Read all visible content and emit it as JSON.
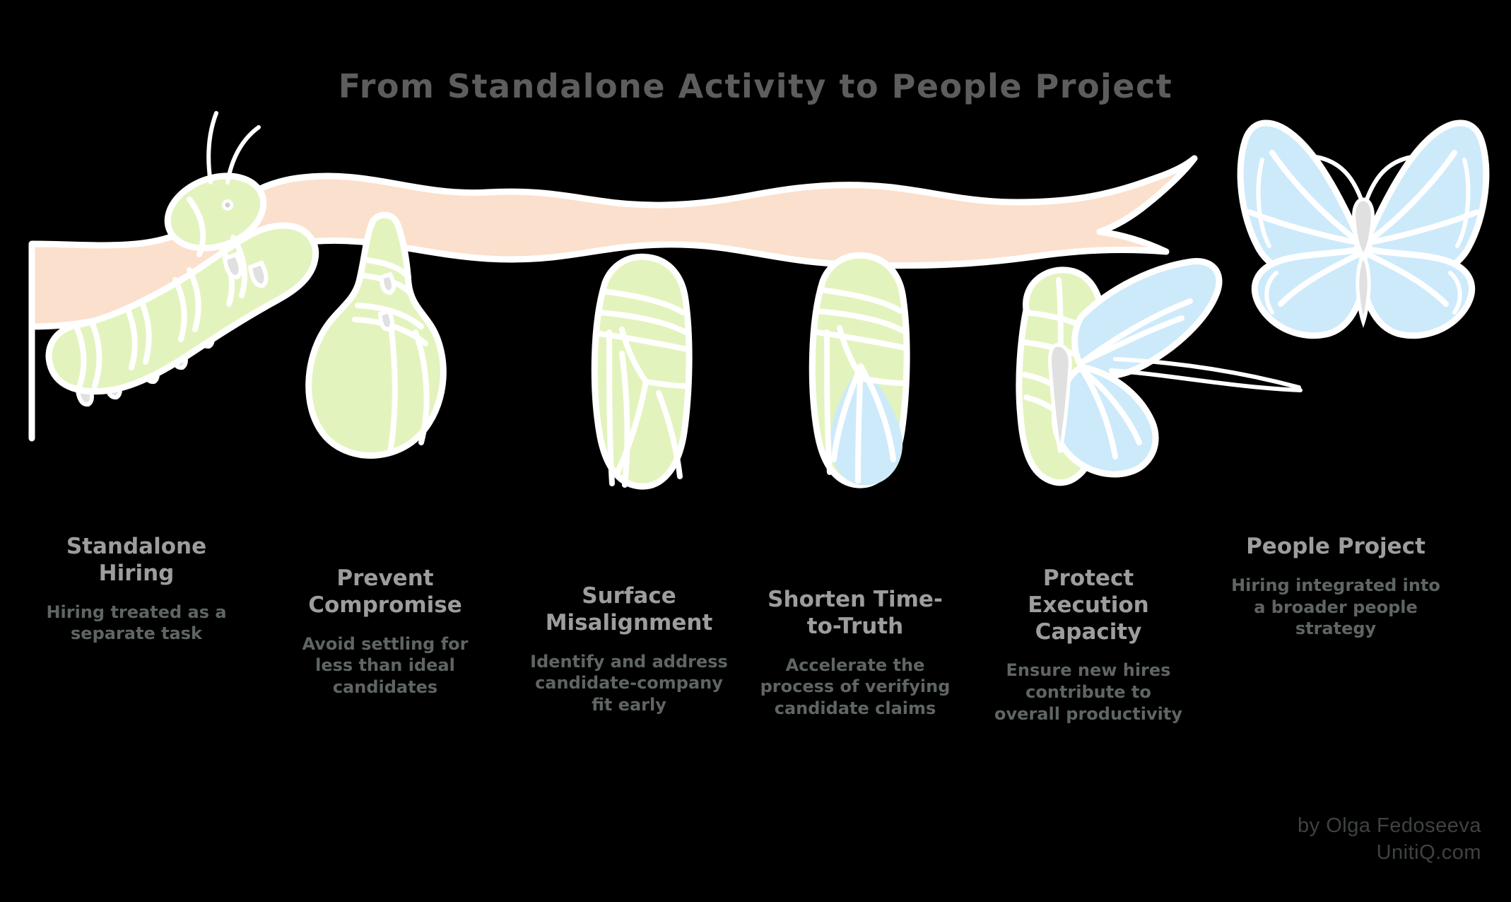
{
  "title": "From Standalone Activity to People Project",
  "colors": {
    "background": "#000000",
    "branch": "#fbe0cd",
    "chrysalis_green": "#e3f3bd",
    "wing_blue": "#cdeafb",
    "outline": "#ffffff",
    "body_gray": "#e0e0e0",
    "title_text": "#5d5d5d",
    "stage_title_text": "#9d9d9d",
    "stage_desc_text": "#5f6464",
    "credit_text": "#3f4242"
  },
  "illustration": {
    "branch_label": "tree-branch",
    "stages": [
      {
        "icon": "caterpillar-icon"
      },
      {
        "icon": "chrysalis-early-icon"
      },
      {
        "icon": "chrysalis-forming-icon"
      },
      {
        "icon": "chrysalis-wing-visible-icon"
      },
      {
        "icon": "butterfly-emerging-icon"
      },
      {
        "icon": "butterfly-full-icon"
      }
    ]
  },
  "stages": [
    {
      "title": "Standalone Hiring",
      "desc": "Hiring treated as a separate task"
    },
    {
      "title": "Prevent Compromise",
      "desc": "Avoid settling for less than ideal candidates"
    },
    {
      "title": "Surface Misalignment",
      "desc": "Identify and address candidate-company fit early"
    },
    {
      "title": "Shorten Time-to-Truth",
      "desc": "Accelerate the process of verifying candidate claims"
    },
    {
      "title": "Protect Execution Capacity",
      "desc": "Ensure new hires contribute to overall productivity"
    },
    {
      "title": "People Project",
      "desc": "Hiring integrated into a broader people strategy"
    }
  ],
  "credit": {
    "author": "by Olga Fedoseeva",
    "site": "UnitiQ.com"
  }
}
